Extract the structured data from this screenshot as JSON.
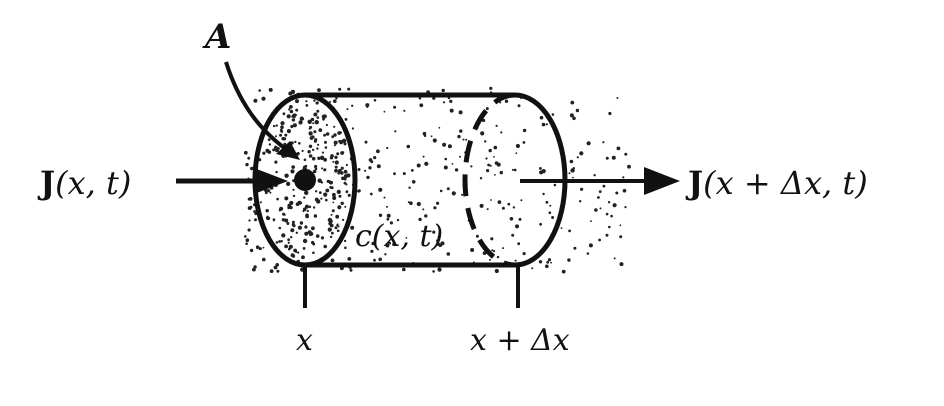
{
  "diagram": {
    "area_label": "A",
    "flux_in_symbol": "J",
    "flux_in_args": "(x, t)",
    "flux_out_symbol": "J",
    "flux_out_args": "(x + Δx, t)",
    "concentration_label": "c(x, t)",
    "left_position_label": "x",
    "right_position_label": "x + Δx"
  }
}
